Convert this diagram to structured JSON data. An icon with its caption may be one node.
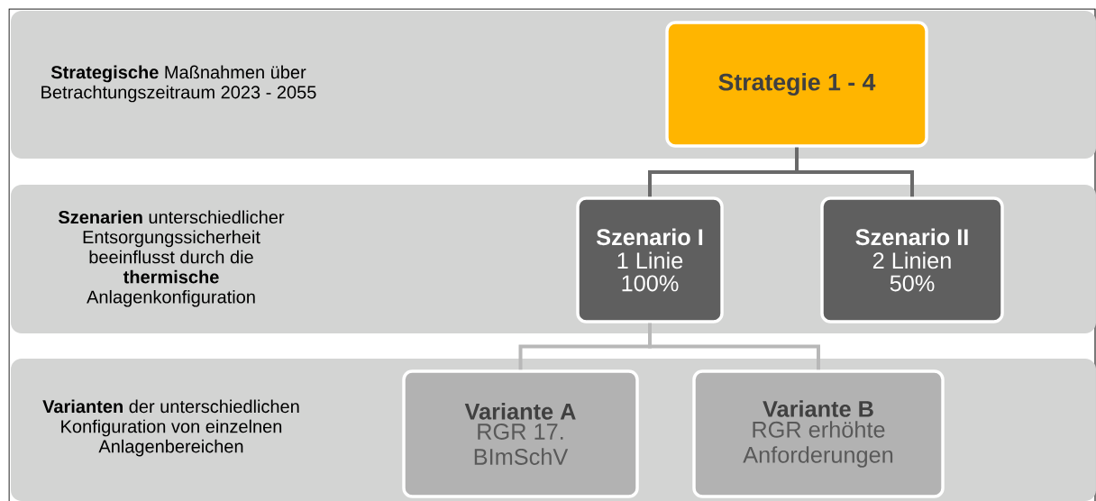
{
  "diagram": {
    "nodes": [
      {
        "text": [
          "**Strategische** Maßnahmen über Betrachtungszeitraum 2023 - 2055"
        ]
      },
      {
        "text": [
          "Strategie 1 - 4"
        ],
        "in": 0
      },
      {
        "text": [
          "**Szenarien** unterschiedlicher Entsorgungssicherheit beeinflusst durch die **thermische** Anlagenkonfiguration"
        ]
      },
      {
        "text": [
          "Szenario I",
          "1 Linie",
          "100%"
        ],
        "in": 2
      },
      {
        "text": [
          "Szenario II",
          "2 Linien",
          "50%"
        ],
        "in": 2
      },
      {
        "text": [
          "**Varianten** der unterschiedlichen Konfiguration von einzelnen Anlagenbereichen"
        ]
      },
      {
        "text": [
          "Variante A",
          "RGR 17. BImSchV"
        ],
        "in": 5
      },
      {
        "text": [
          "Variante B",
          "RGR erhöhte Anforderungen"
        ],
        "in": 5
      }
    ],
    "edges": [
      {
        "from": 1,
        "to": 3,
        "arrow": "none"
      },
      {
        "from": 1,
        "to": 4,
        "arrow": "none"
      },
      {
        "from": 3,
        "to": 6,
        "arrow": "none",
        "color": "#b8b8b8"
      },
      {
        "from": 3,
        "to": 7,
        "arrow": "none",
        "color": "#b8b8b8"
      }
    ]
  }
}
